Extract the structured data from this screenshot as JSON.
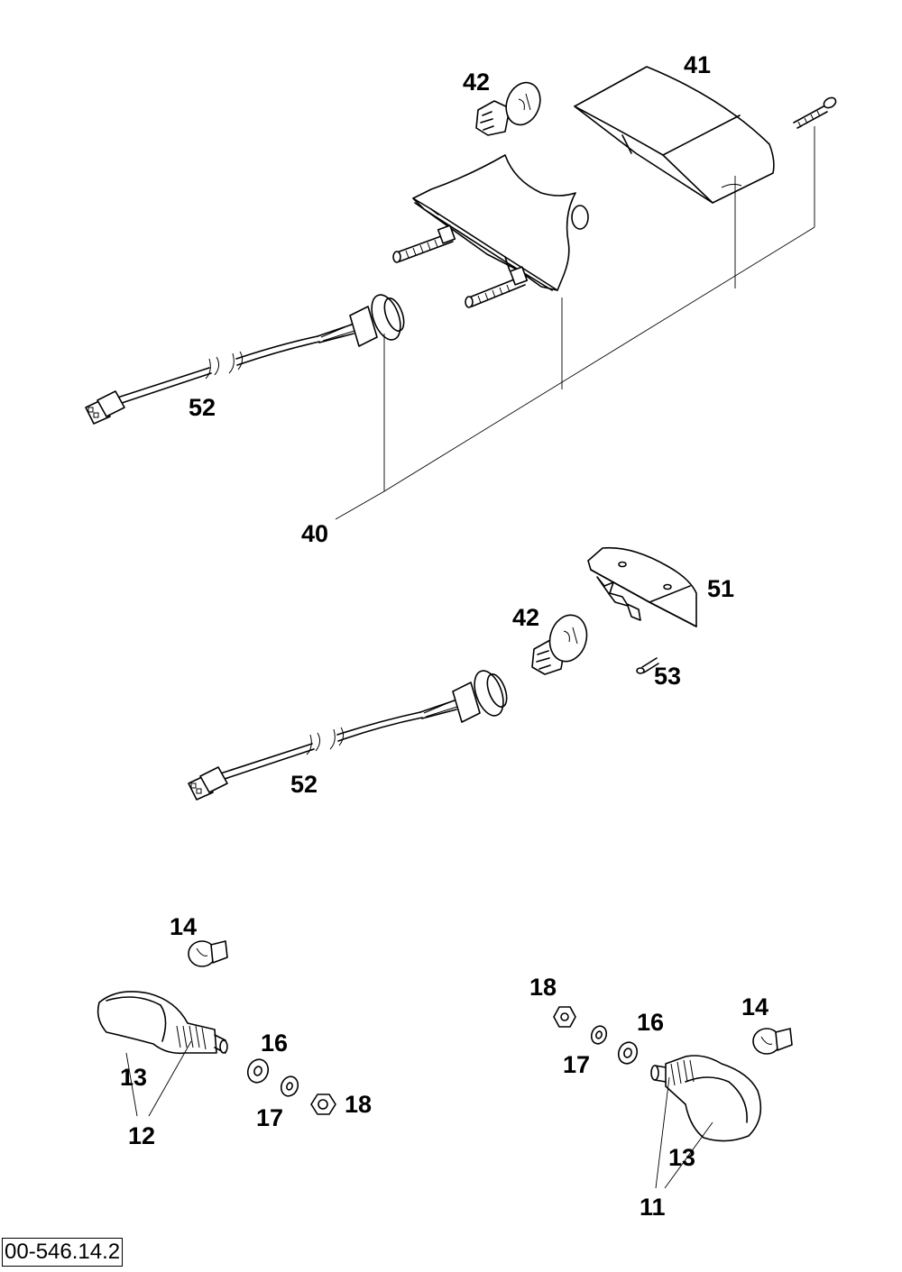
{
  "drawing_number": "00-546.14.2",
  "labels": {
    "l42a": "42",
    "l41": "41",
    "l52a": "52",
    "l40": "40",
    "l51": "51",
    "l42b": "42",
    "l53": "53",
    "l52b": "52",
    "l14a": "14",
    "l16a": "16",
    "l13a": "13",
    "l12": "12",
    "l17a": "17",
    "l18a": "18",
    "l18b": "18",
    "l16b": "16",
    "l17b": "17",
    "l14b": "14",
    "l13b": "13",
    "l11": "11"
  }
}
